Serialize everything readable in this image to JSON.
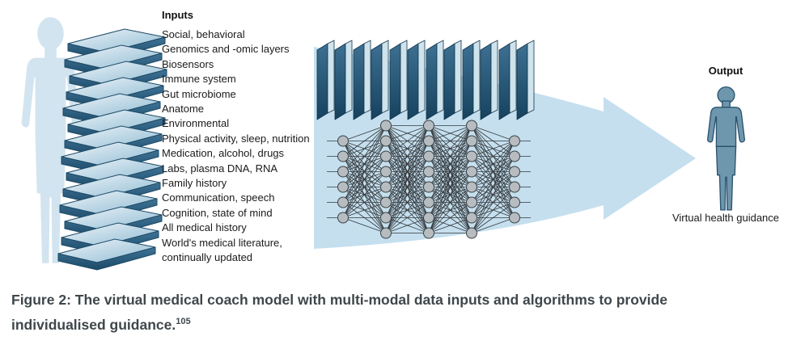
{
  "figure": {
    "inputs_title": "Inputs",
    "inputs": [
      "Social, behavioral",
      "Genomics and -omic layers",
      "Biosensors",
      "Immune system",
      "Gut microbiome",
      "Anatome",
      "Environmental",
      "Physical activity, sleep, nutrition",
      "Medication, alcohol, drugs",
      "Labs, plasma DNA, RNA",
      "Family history",
      "Communication, speech",
      "Cognition, state of mind",
      "All medical history",
      "World's medical literature, continually updated"
    ],
    "output_title": "Output",
    "output_caption": "Virtual health guidance",
    "caption_text": "Figure 2: The virtual medical coach model with multi-modal data inputs and algorithms to provide individualised guidance.",
    "caption_ref": "105"
  },
  "colors": {
    "arrow": "#c5dfee",
    "person_left": "#d2e4ef",
    "person_output": "#6e97ae",
    "person_output_outline": "#2b536e",
    "network_node": "#b6bcc0",
    "network_node_stroke": "#3c4347",
    "network_edge": "#33383c",
    "layer_blue_dark": "#1b4e6e",
    "layer_blue_light": "#cfe3ed",
    "caption_text_color": "#3f474b"
  }
}
